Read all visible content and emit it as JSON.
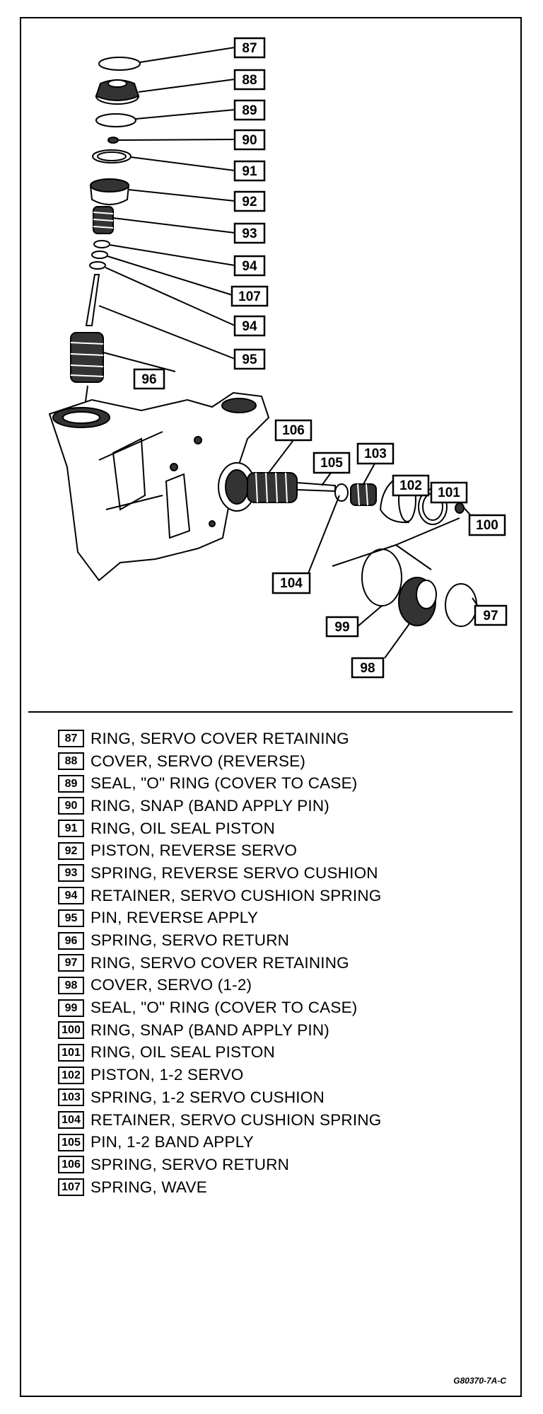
{
  "diagram": {
    "figure_id": "G80370-7A-C",
    "callouts": [
      "87",
      "88",
      "89",
      "90",
      "91",
      "92",
      "93",
      "94",
      "107",
      "94",
      "95",
      "96",
      "106",
      "105",
      "103",
      "102",
      "101",
      "100",
      "104",
      "97",
      "99",
      "98"
    ]
  },
  "legend": [
    {
      "num": "87",
      "text": "RING, SERVO COVER RETAINING"
    },
    {
      "num": "88",
      "text": "COVER, SERVO (REVERSE)"
    },
    {
      "num": "89",
      "text": "SEAL, \"O\" RING (COVER TO CASE)"
    },
    {
      "num": "90",
      "text": "RING, SNAP (BAND APPLY PIN)"
    },
    {
      "num": "91",
      "text": "RING, OIL SEAL PISTON"
    },
    {
      "num": "92",
      "text": "PISTON, REVERSE SERVO"
    },
    {
      "num": "93",
      "text": "SPRING, REVERSE SERVO CUSHION"
    },
    {
      "num": "94",
      "text": "RETAINER, SERVO CUSHION SPRING"
    },
    {
      "num": "95",
      "text": "PIN, REVERSE APPLY"
    },
    {
      "num": "96",
      "text": "SPRING, SERVO RETURN"
    },
    {
      "num": "97",
      "text": "RING, SERVO COVER RETAINING"
    },
    {
      "num": "98",
      "text": "COVER, SERVO (1-2)"
    },
    {
      "num": "99",
      "text": "SEAL, \"O\" RING (COVER TO CASE)"
    },
    {
      "num": "100",
      "text": "RING, SNAP (BAND APPLY PIN)"
    },
    {
      "num": "101",
      "text": "RING, OIL SEAL PISTON"
    },
    {
      "num": "102",
      "text": "PISTON, 1-2 SERVO"
    },
    {
      "num": "103",
      "text": "SPRING, 1-2 SERVO CUSHION"
    },
    {
      "num": "104",
      "text": "RETAINER, SERVO CUSHION SPRING"
    },
    {
      "num": "105",
      "text": "PIN, 1-2 BAND APPLY"
    },
    {
      "num": "106",
      "text": "SPRING, SERVO RETURN"
    },
    {
      "num": "107",
      "text": "SPRING, WAVE"
    }
  ]
}
